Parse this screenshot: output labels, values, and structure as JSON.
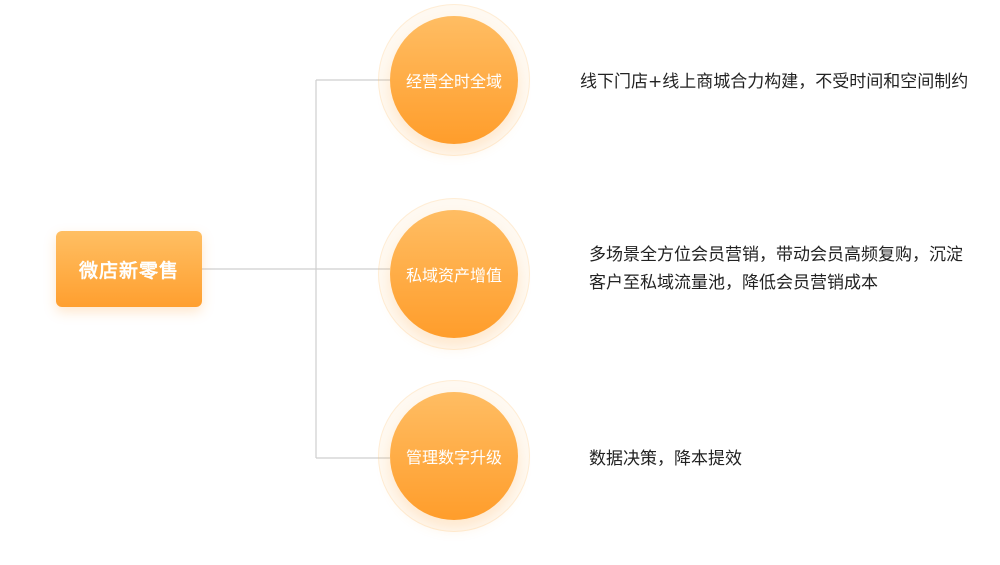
{
  "diagram": {
    "root": {
      "label": "微店新零售"
    },
    "branches": [
      {
        "title": "经营全时全域",
        "description": "线下门店+线上商城合力构建，不受时间和空间制约"
      },
      {
        "title": "私域资产增值",
        "description": "多场景全方位会员营销，带动会员高频复购，沉淀客户至私域流量池，降低会员营销成本"
      },
      {
        "title": "管理数字升级",
        "description": "数据决策，降本提效"
      }
    ]
  },
  "colors": {
    "accent": "#ff9f2f",
    "accent_light": "#ffbf63",
    "line": "#cfcfcf",
    "text": "#222222"
  }
}
